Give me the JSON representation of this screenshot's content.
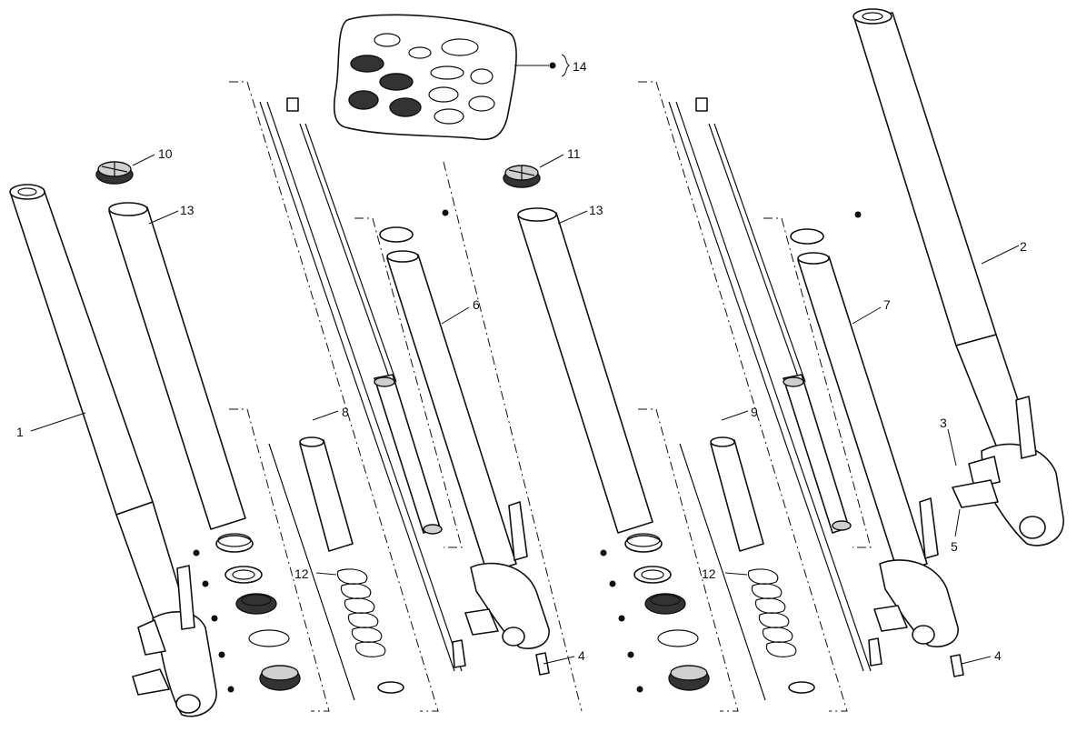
{
  "callouts": {
    "c1": "1",
    "c2": "2",
    "c3": "3",
    "c4a": "4",
    "c4b": "4",
    "c5": "5",
    "c6": "6",
    "c7": "7",
    "c8": "8",
    "c9": "9",
    "c10": "10",
    "c11": "11",
    "c12a": "12",
    "c12b": "12",
    "c13a": "13",
    "c13b": "13",
    "c14": "14"
  }
}
